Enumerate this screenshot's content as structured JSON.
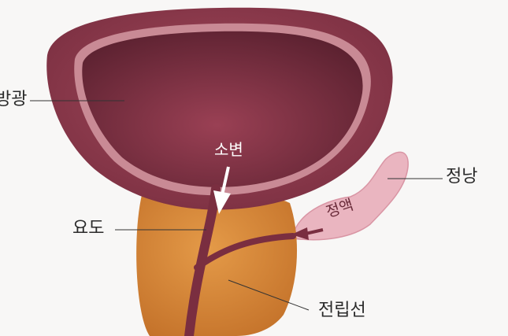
{
  "labels": {
    "bladder": "방광",
    "urine": "소변",
    "seminal_vesicle": "정낭",
    "semen": "정액",
    "urethra": "요도",
    "prostate": "전립선"
  },
  "colors": {
    "background": "#f8f7f6",
    "bladder_outer": "#8a3a4b",
    "bladder_inner": "#6b2838",
    "bladder_rim": "#c98a95",
    "prostate": "#d88a3a",
    "urethra": "#7a2e40",
    "seminal_vesicle": "#eab5c0",
    "leader_line": "#333333"
  },
  "icons": [
    "arrow-down-icon",
    "arrow-left-icon"
  ]
}
